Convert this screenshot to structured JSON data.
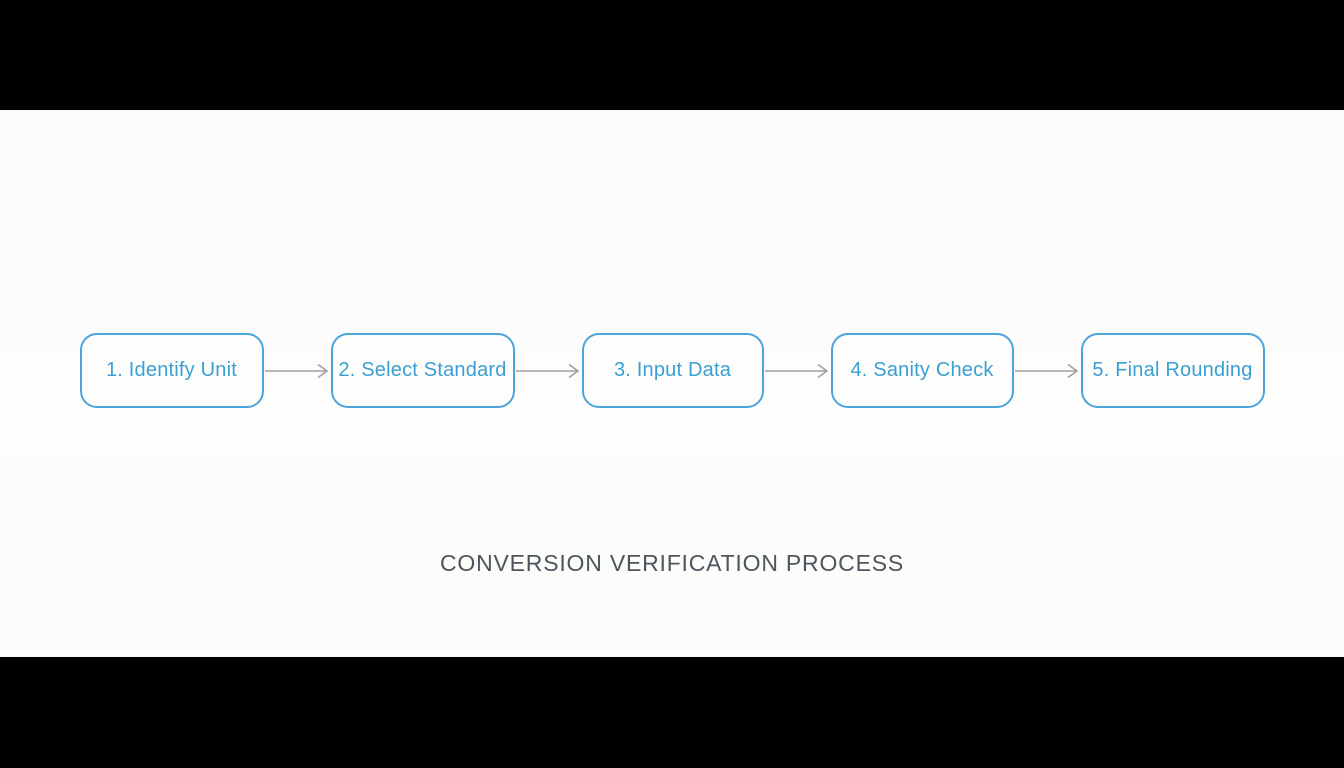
{
  "diagram": {
    "title": "CONVERSION VERIFICATION PROCESS",
    "steps": [
      {
        "label": "1. Identify Unit"
      },
      {
        "label": "2. Select Standard"
      },
      {
        "label": "3. Input Data"
      },
      {
        "label": "4. Sanity Check"
      },
      {
        "label": "5. Final Rounding"
      }
    ],
    "connector": "arrow-right",
    "colors": {
      "box_border": "#4BA5DB",
      "box_text": "#3B9FD4",
      "arrow": "#A0A0A0",
      "title_text": "#4D565E",
      "canvas_bg": "#FBFBFA",
      "letterbox_bg": "#000000"
    }
  }
}
